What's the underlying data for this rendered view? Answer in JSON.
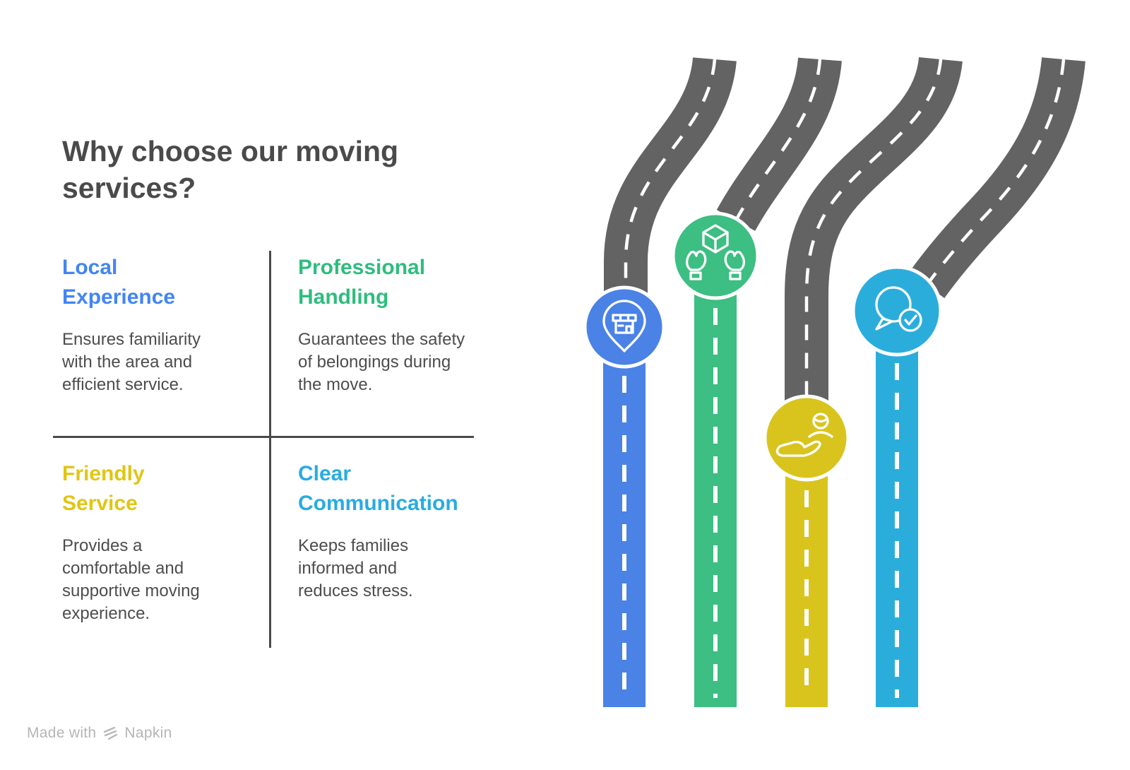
{
  "title": "Why choose our moving services?",
  "features": [
    {
      "heading": "Local Experience",
      "description": "Ensures familiarity with the area and efficient service.",
      "color": "#4285f4",
      "icon": "storefront-pin-icon"
    },
    {
      "heading": "Professional Handling",
      "description": "Guarantees the safety of belongings during the move.",
      "color": "#2ebd7e",
      "icon": "hands-holding-box-icon"
    },
    {
      "heading": "Friendly Service",
      "description": "Provides a comfortable and supportive moving experience.",
      "color": "#e0c613",
      "icon": "hand-supporting-person-icon"
    },
    {
      "heading": "Clear Communication",
      "description": "Keeps families informed and reduces stress.",
      "color": "#29abe2",
      "icon": "chat-check-icon"
    }
  ],
  "roadmap": {
    "road_color": "#636363",
    "dash_color": "#ffffff",
    "lanes": [
      {
        "name": "local-experience",
        "color": "#4a82e6"
      },
      {
        "name": "professional-handling",
        "color": "#3dbe82"
      },
      {
        "name": "friendly-service",
        "color": "#d9c41e"
      },
      {
        "name": "clear-communication",
        "color": "#2baddc"
      }
    ]
  },
  "watermark": {
    "prefix": "Made with",
    "brand": "Napkin"
  }
}
